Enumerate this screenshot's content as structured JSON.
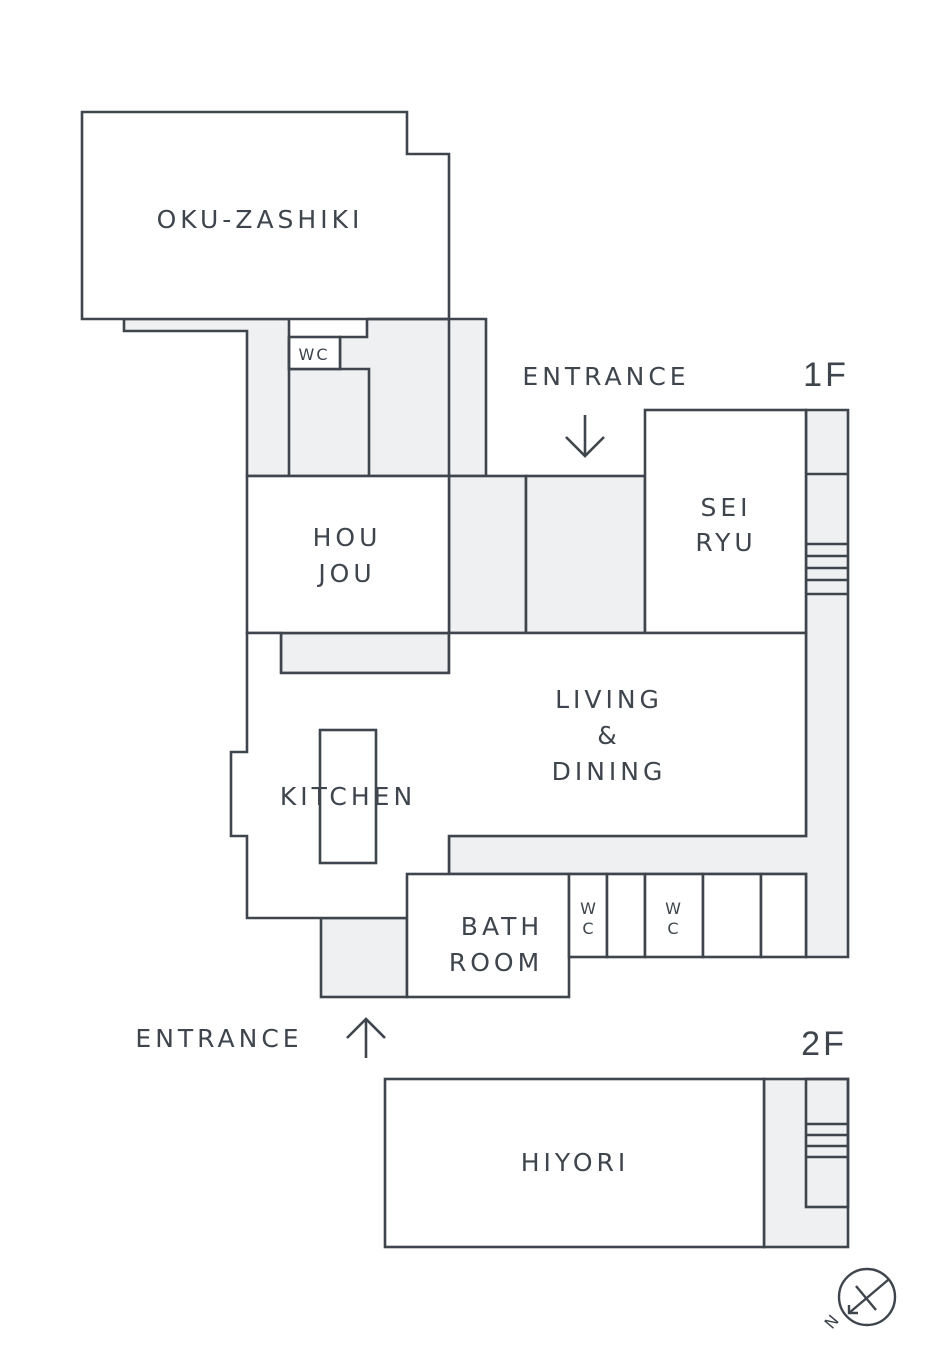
{
  "floor_labels": {
    "first": "1F",
    "second": "2F"
  },
  "rooms": {
    "oku_zashiki": "OKU-ZASHIKI",
    "houjou_1": "HOU",
    "houjou_2": "JOU",
    "seiryu_1": "SEI",
    "seiryu_2": "RYU",
    "living_1": "LIVING",
    "living_2": "&",
    "living_3": "DINING",
    "kitchen": "KITCHEN",
    "bath_1": "BATH",
    "bath_2": "ROOM",
    "hiyori": "HIYORI"
  },
  "toilets": {
    "wc_top": "WC",
    "wc_a_1": "W",
    "wc_a_2": "C",
    "wc_b_1": "W",
    "wc_b_2": "C"
  },
  "entrances": {
    "top": "ENTRANCE",
    "bottom": "ENTRANCE"
  },
  "compass": {
    "north": "N",
    "icon": "compass-icon"
  },
  "colors": {
    "line": "#3f454d",
    "shade": "#eff0f2",
    "background": "#ffffff"
  }
}
